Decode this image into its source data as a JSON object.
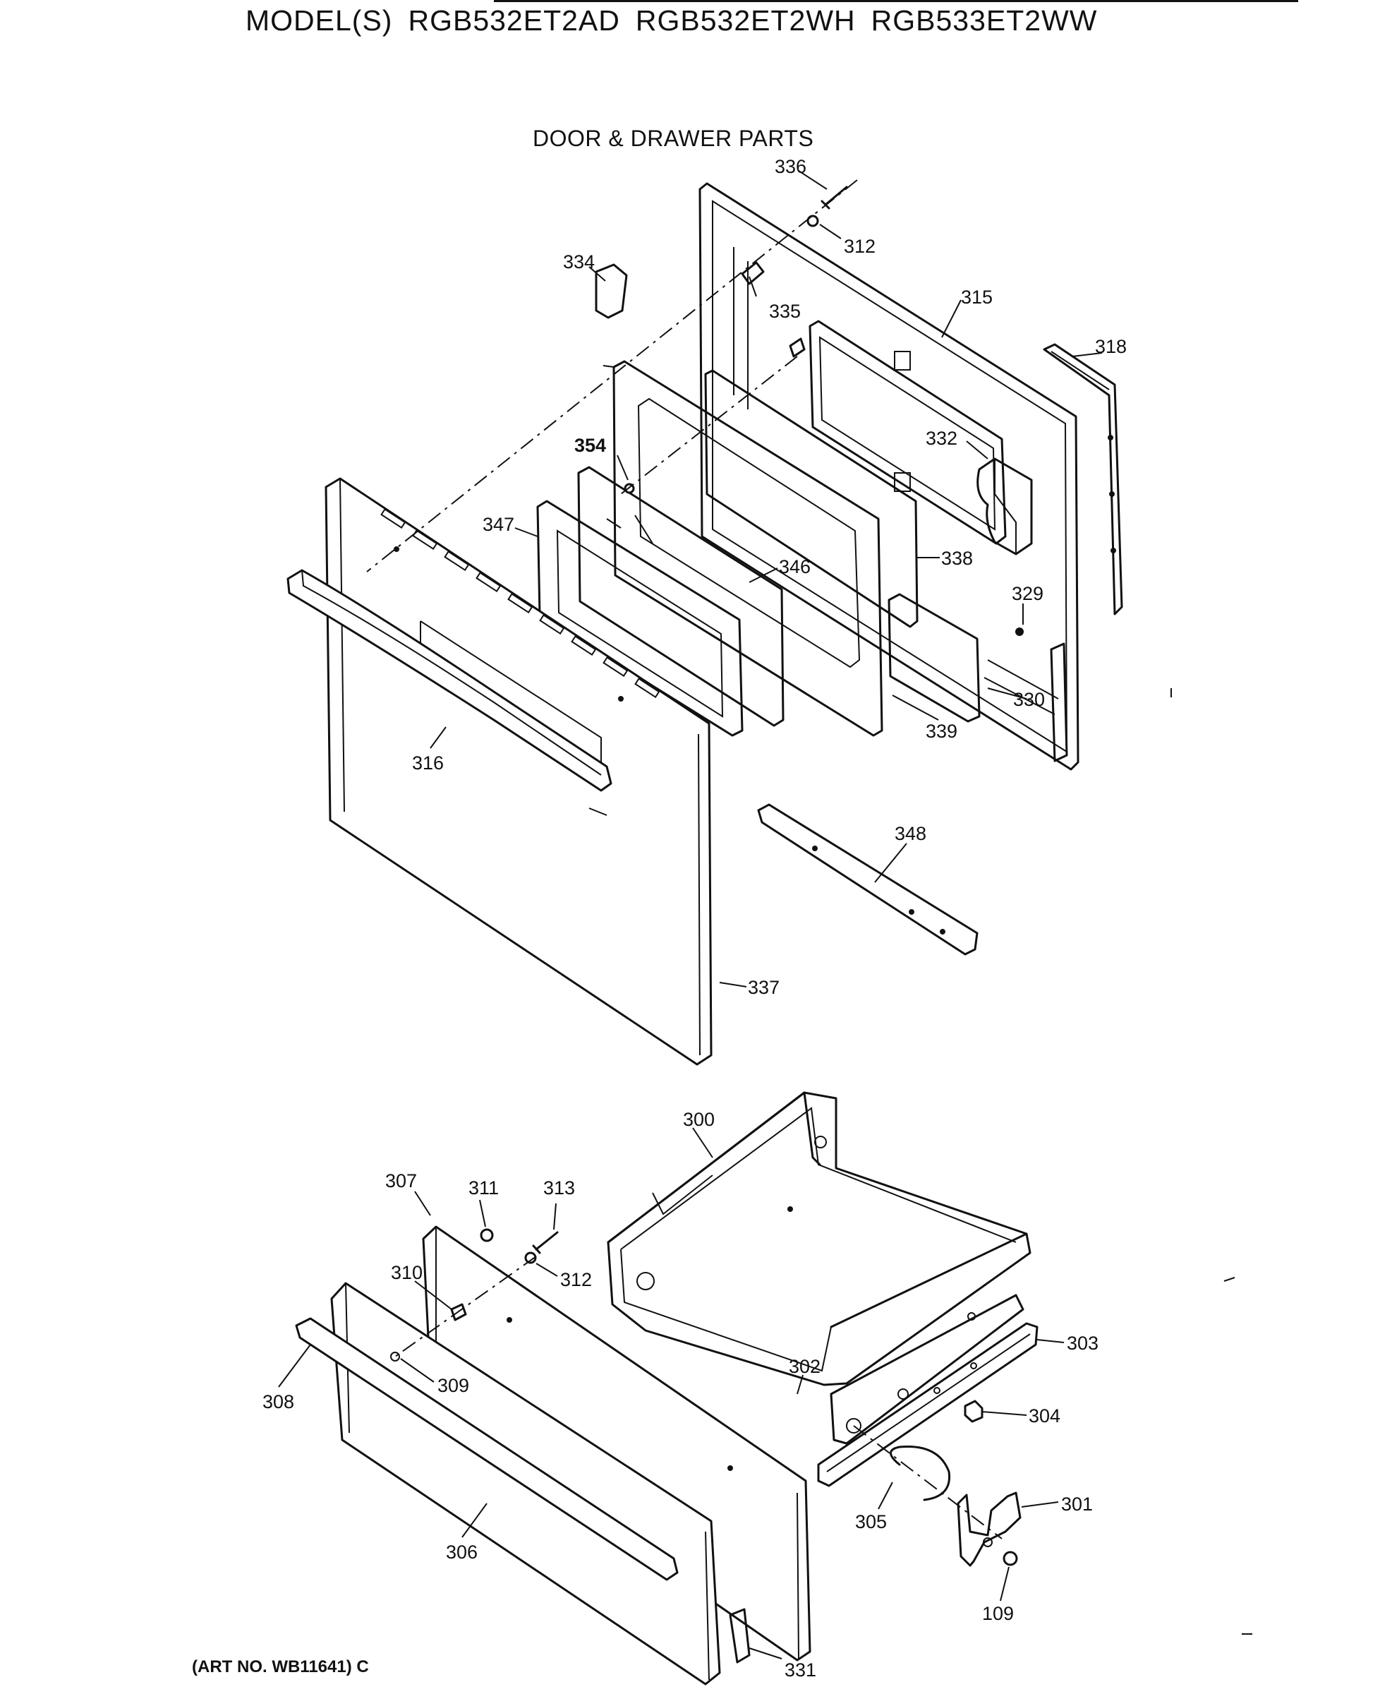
{
  "header": {
    "prefix": "MODEL(S)",
    "models": [
      "RGB532ET2AD",
      "RGB532ET2WH",
      "RGB533ET2WW"
    ]
  },
  "subtitle": "DOOR & DRAWER PARTS",
  "footer": {
    "art_no": "(ART NO. WB11641) C"
  },
  "parts": {
    "p336": "336",
    "p312a": "312",
    "p334": "334",
    "p335": "335",
    "p315": "315",
    "p318": "318",
    "p354": "354",
    "p332": "332",
    "p347": "347",
    "p346": "346",
    "p338": "338",
    "p329": "329",
    "p330": "330",
    "p339": "339",
    "p316": "316",
    "p348": "348",
    "p337": "337",
    "p300": "300",
    "p307": "307",
    "p311": "311",
    "p313": "313",
    "p312b": "312",
    "p310": "310",
    "p303": "303",
    "p302": "302",
    "p308": "308",
    "p309": "309",
    "p304": "304",
    "p301": "301",
    "p305": "305",
    "p306": "306",
    "p109": "109",
    "p331": "331"
  }
}
